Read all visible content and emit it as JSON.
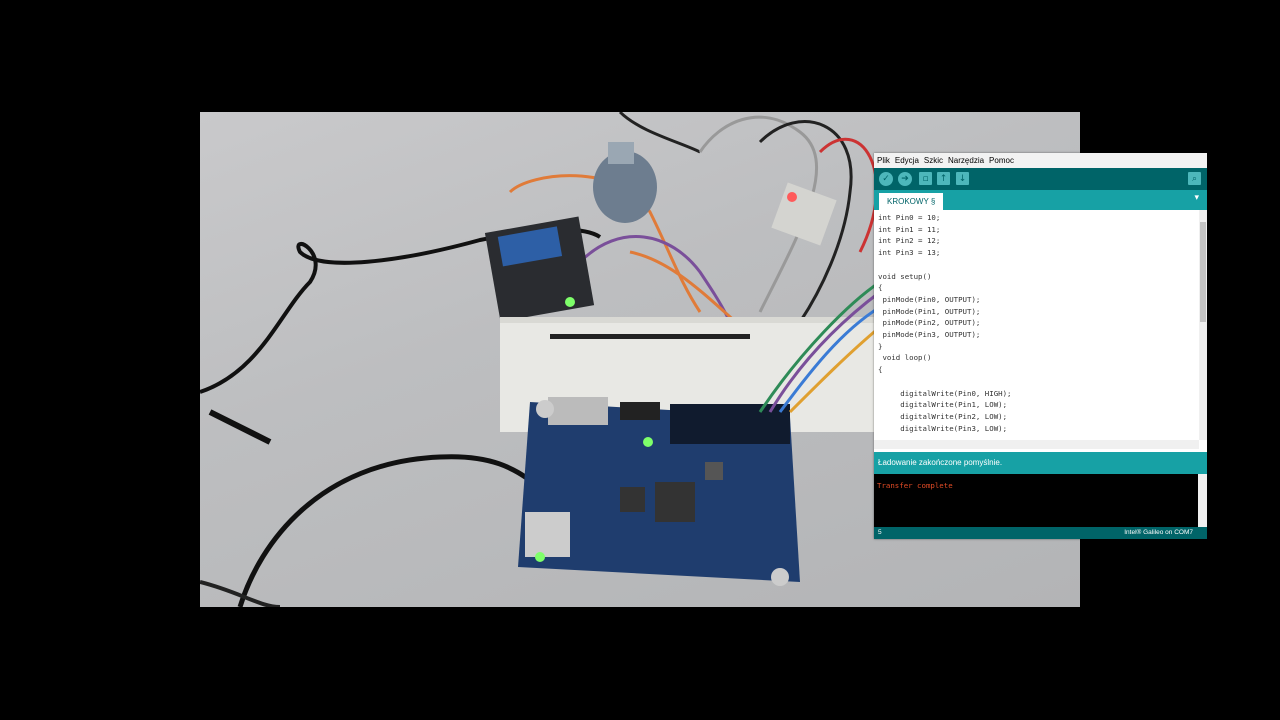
{
  "menubar": {
    "items": [
      "Plik",
      "Edycja",
      "Szkic",
      "Narzędzia",
      "Pomoc"
    ]
  },
  "tab": {
    "label": "KROKOWY §"
  },
  "code": [
    "int Pin0 = 10;",
    "int Pin1 = 11;",
    "int Pin2 = 12;",
    "int Pin3 = 13;",
    "",
    "void setup()",
    "{",
    " pinMode(Pin0, OUTPUT);",
    " pinMode(Pin1, OUTPUT);",
    " pinMode(Pin2, OUTPUT);",
    " pinMode(Pin3, OUTPUT);",
    "}",
    " void loop()",
    "{",
    "",
    "     digitalWrite(Pin0, HIGH);",
    "     digitalWrite(Pin1, LOW);",
    "     digitalWrite(Pin2, LOW);",
    "     digitalWrite(Pin3, LOW);"
  ],
  "status": {
    "message": "Ładowanie zakończone pomyślnie."
  },
  "console": {
    "text": "Transfer complete"
  },
  "footer": {
    "line": "5",
    "board": "Intel® Galileo on COM7"
  },
  "colors": {
    "toolbar": "#006468",
    "tabbar": "#17a1a5",
    "console_text": "#e34c26"
  }
}
